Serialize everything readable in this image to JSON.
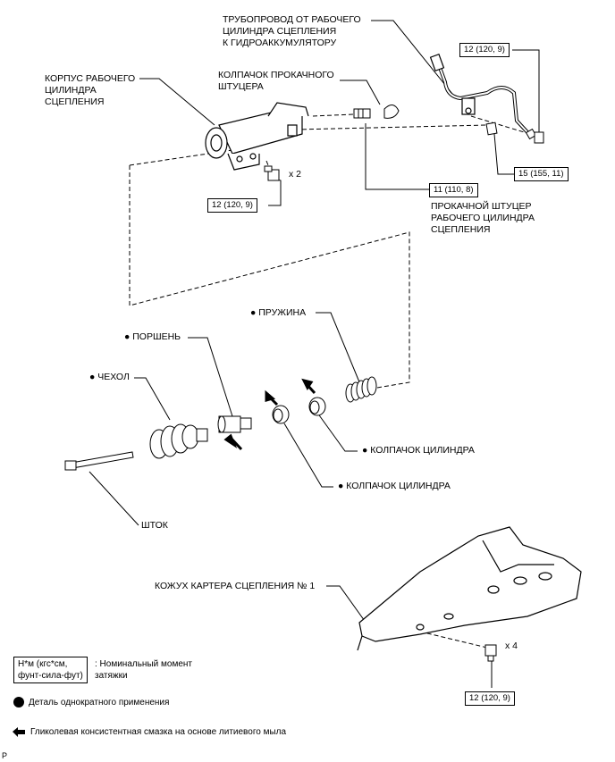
{
  "labels": {
    "pipe": "ТРУБОПРОВОД ОТ РАБОЧЕГО\nЦИЛИНДРА СЦЕПЛЕНИЯ\nК ГИДРОАККУМУЛЯТОРУ",
    "housing": "КОРПУС РАБОЧЕГО\nЦИЛИНДРА\nСЦЕПЛЕНИЯ",
    "bleeder_cap": "КОЛПАЧОК ПРОКАЧНОГО\nШТУЦЕРА",
    "bleeder_plug": "ПРОКАЧНОЙ ШТУЦЕР\nРАБОЧЕГО ЦИЛИНДРА\nСЦЕПЛЕНИЯ",
    "spring": "● ПРУЖИНА",
    "piston": "● ПОРШЕНЬ",
    "boot": "● ЧЕХОЛ",
    "cup1": "● КОЛПАЧОК ЦИЛИНДРА",
    "cup2": "● КОЛПАЧОК ЦИЛИНДРА",
    "rod": "ШТОК",
    "cover": "КОЖУХ КАРТЕРА СЦЕПЛЕНИЯ № 1",
    "x2": "x 2",
    "x4": "x 4"
  },
  "torques": {
    "top_right": "12 (120, 9)",
    "flare": "15 (155, 11)",
    "bleeder": "11 (110, 8)",
    "housing_bolt": "12 (120, 9)",
    "cover_bolt": "12 (120, 9)"
  },
  "legend": {
    "torque_box": "Н*м (кгс*см,\nфунт-сила-фут)",
    "torque_text": ": Номинальный момент\nзатяжки",
    "nonreusable": "Деталь однократного применения",
    "grease": "Гликолевая консистентная смазка на основе литиевого мыла"
  },
  "page_code": "P"
}
